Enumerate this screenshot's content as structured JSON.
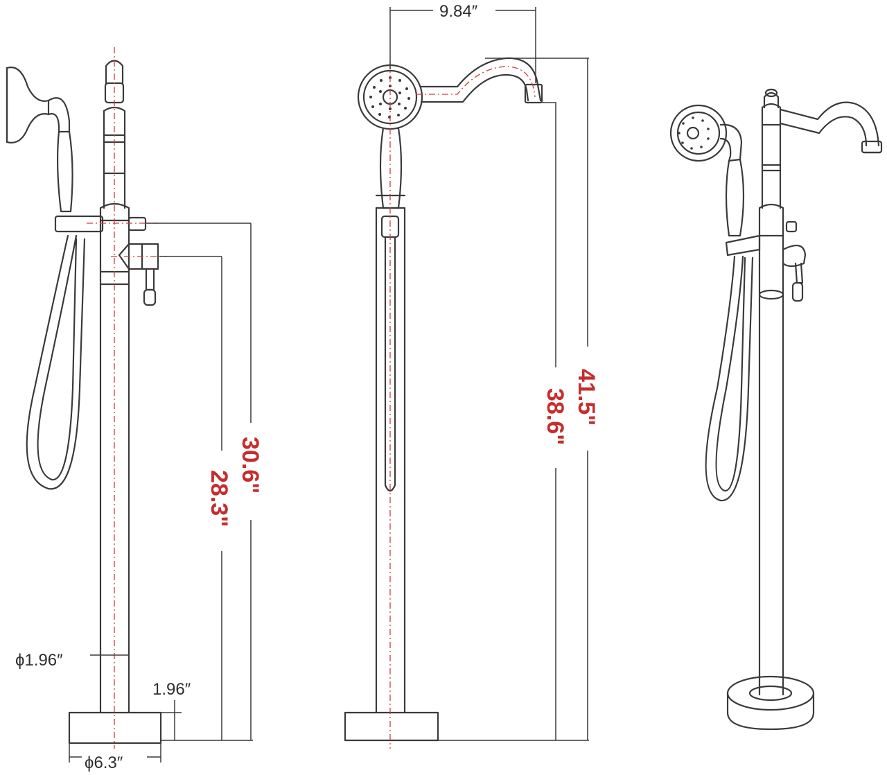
{
  "dimensions": {
    "spout_reach": "9.84″",
    "base_diameter": "ϕ6.3″",
    "pipe_diameter": "ϕ1.96″",
    "base_height": "1.96″",
    "valve_height": "28.3\"",
    "diverter_height": "30.6\"",
    "spout_height": "38.6\"",
    "total_height": "41.5\""
  },
  "colors": {
    "line": "#3a3a3a",
    "centerline": "#d23a3a",
    "height_label": "#c72c2c",
    "background": "#ffffff"
  },
  "views": [
    "side-view",
    "front-view",
    "perspective-view"
  ]
}
